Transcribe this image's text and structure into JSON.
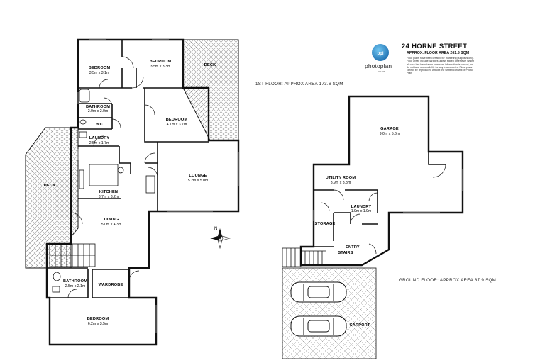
{
  "header": {
    "address": "24 HORNE STREET",
    "total_area": "APPROX. FLOOR AREA 261.5 SQM",
    "disclaimer": "Floor plans have been created for marketing purposes only. Floor areas include garages unless stated otherwise. Whilst all care has been taken to ensure information is correct, we do not take responsibility for any inaccuracies. Floor plans cannot be reproduced without the written consent of Photo Plan.",
    "logo_text": "photoplan",
    "logo_sub": ".co.nz",
    "logo_mark": "ppl"
  },
  "floors": {
    "first": "1ST FLOOR: APPROX AREA 173.6 SQM",
    "ground": "GROUND FLOOR: APPROX AREA 87.9 SQM"
  },
  "rooms": {
    "bedroom1": {
      "name": "BEDROOM",
      "dim": "3.5m x 3.1m"
    },
    "bedroom2": {
      "name": "BEDROOM",
      "dim": "3.5m x 3.3m"
    },
    "bedroom3": {
      "name": "BEDROOM",
      "dim": "4.1m x 3.7m"
    },
    "bedroom4": {
      "name": "BEDROOM",
      "dim": "6.2m x 3.5m"
    },
    "bathroom1": {
      "name": "BATHROOM",
      "dim": "2.0m x 2.0m"
    },
    "bathroom2": {
      "name": "BATHROOM",
      "dim": "2.5m x 2.1m"
    },
    "wc": {
      "name": "WC"
    },
    "laundry1": {
      "name": "LAUNDRY",
      "dim": "2.5m x 1.7m"
    },
    "kitchen": {
      "name": "KITCHEN",
      "dim": "3.7m x 3.2m"
    },
    "dining": {
      "name": "DINING",
      "dim": "5.0m x 4.3m"
    },
    "lounge": {
      "name": "LOUNGE",
      "dim": "5.2m x 5.0m"
    },
    "wardrobe": {
      "name": "WARDROBE"
    },
    "deck_top": {
      "name": "DECK"
    },
    "deck_left": {
      "name": "DECK"
    },
    "garage": {
      "name": "GARAGE",
      "dim": "9.0m x 5.6m"
    },
    "utility": {
      "name": "UTILITY ROOM",
      "dim": "3.9m x 3.3m"
    },
    "laundry2": {
      "name": "LAUNDRY",
      "dim": "1.9m x 1.9m"
    },
    "storage": {
      "name": "STORAGE"
    },
    "entry": {
      "name": "ENTRY"
    },
    "stairs": {
      "name": "STAIRS"
    },
    "carport": {
      "name": "CARPORT"
    }
  },
  "compass": {
    "north": "N"
  },
  "colors": {
    "wall": "#111111",
    "deck_hatch": "#9a9a9a",
    "logo_blue": "#1e88c8"
  }
}
